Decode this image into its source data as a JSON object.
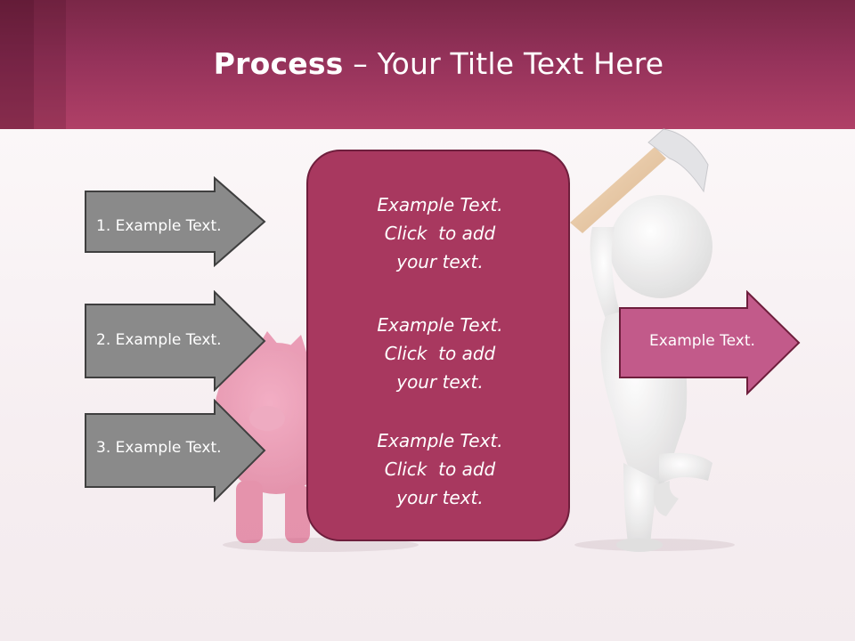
{
  "slide": {
    "title_bold": "Process",
    "title_rest": " – Your Title Text Here"
  },
  "left_arrows": [
    {
      "label": "1. Example Text."
    },
    {
      "label": "2. Example Text."
    },
    {
      "label": "3. Example Text."
    }
  ],
  "center_box": {
    "blocks": [
      {
        "line1": "Example Text.",
        "line2": "Click  to add",
        "line3": "your text."
      },
      {
        "line1": "Example Text.",
        "line2": "Click  to add",
        "line3": "your text."
      },
      {
        "line1": "Example Text.",
        "line2": "Click  to add",
        "line3": "your text."
      }
    ]
  },
  "right_arrow": {
    "label": "Example Text."
  },
  "colors": {
    "header": "#94325a",
    "center_box": "#a8385f",
    "right_arrow": "#c25a8a",
    "gray_arrow": "#8a8a8a"
  }
}
